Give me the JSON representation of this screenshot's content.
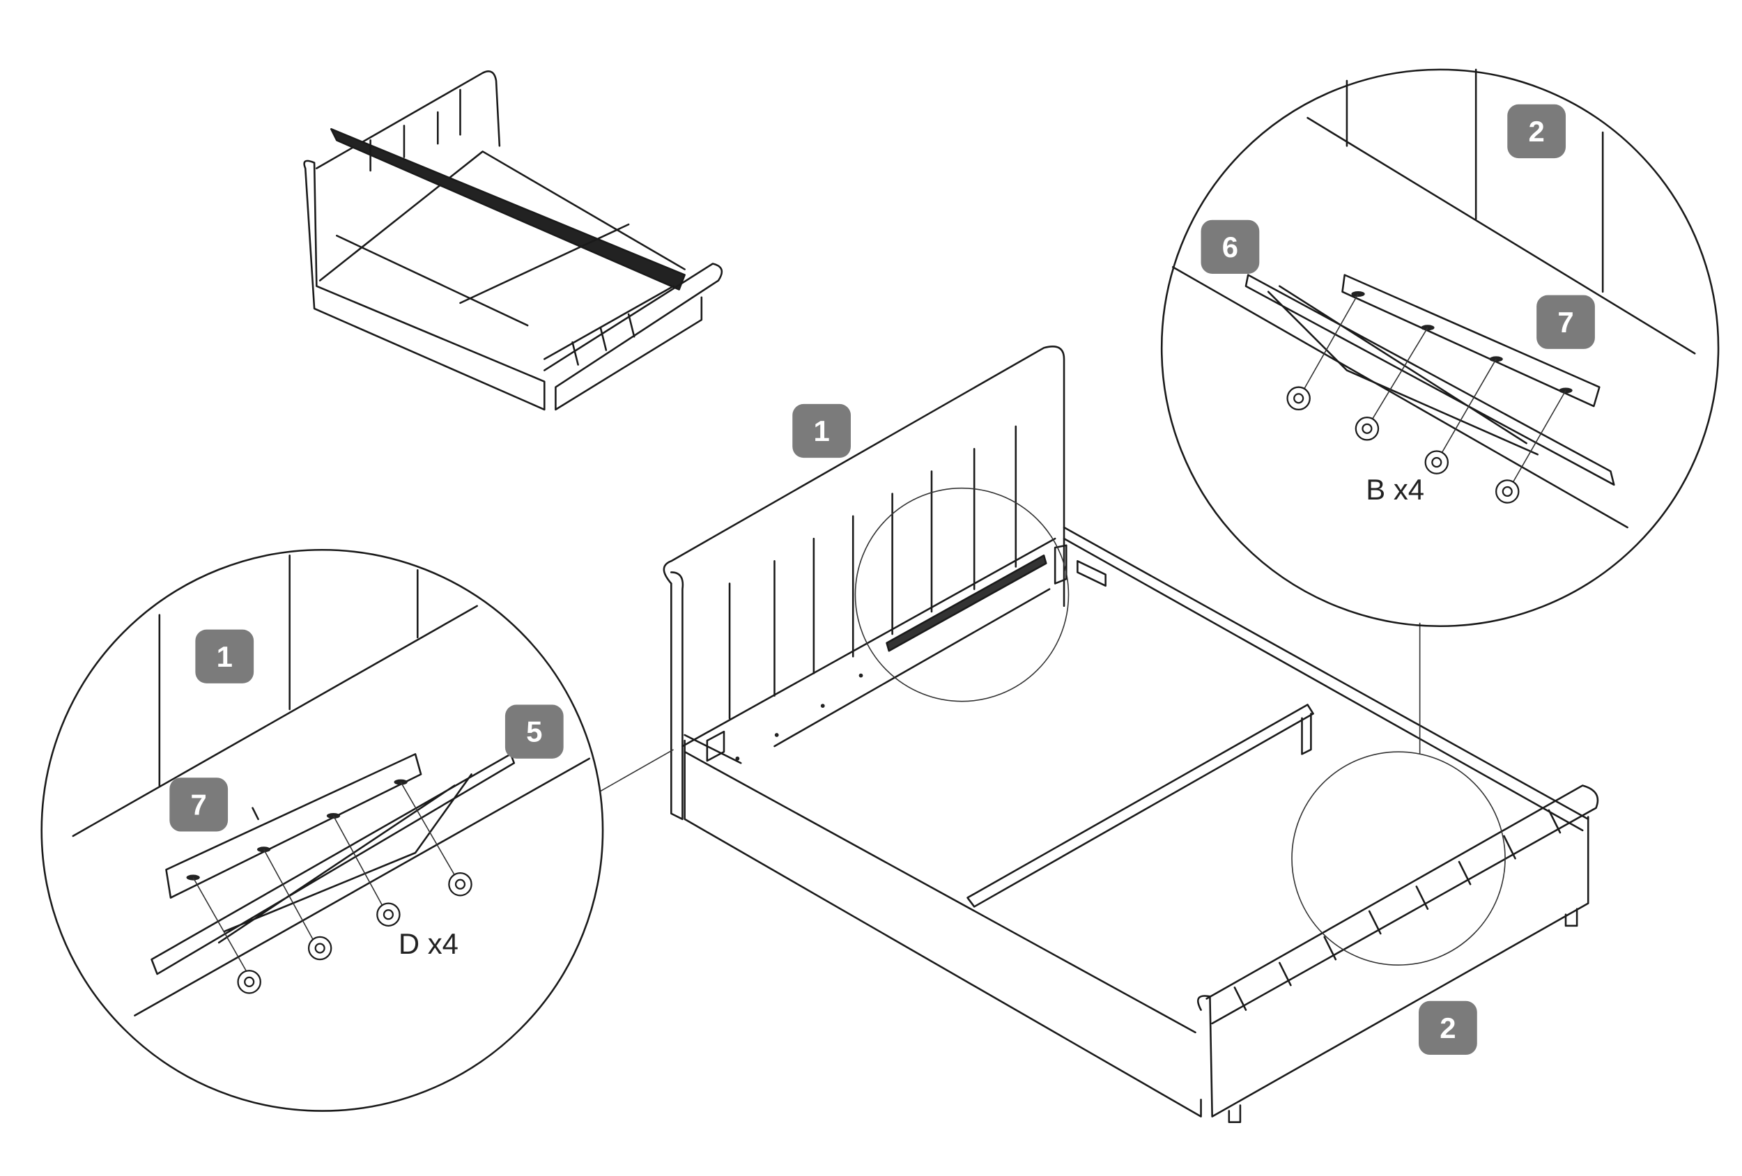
{
  "badge_color": "#7b7b7b",
  "main_view": {
    "parts": [
      {
        "label": "1",
        "name": "headboard"
      },
      {
        "label": "2",
        "name": "footboard"
      }
    ]
  },
  "detail_left": {
    "parts": [
      {
        "label": "1"
      },
      {
        "label": "7"
      },
      {
        "label": "5"
      }
    ],
    "fastener_qty": "D x4"
  },
  "detail_right": {
    "parts": [
      {
        "label": "2"
      },
      {
        "label": "6"
      },
      {
        "label": "7"
      }
    ],
    "fastener_qty": "B x4"
  }
}
